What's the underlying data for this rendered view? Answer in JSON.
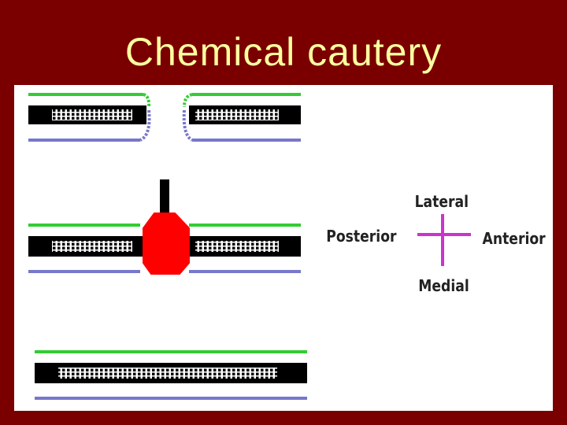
{
  "title": "Chemical cautery",
  "orientation": {
    "lateral": "Lateral",
    "posterior": "Posterior",
    "anterior": "Anterior",
    "medial": "Medial"
  },
  "stages": [
    "divided-tissue",
    "cautery-applied",
    "sealed-tissue"
  ],
  "colors": {
    "background": "#7a0000",
    "title": "#ffffa0",
    "panel": "#ffffff",
    "green_layer": "#33cc33",
    "blue_layer": "#7777cc",
    "core": "#000000",
    "cautery_tip": "#ff0000",
    "compass": "#cc33cc"
  }
}
